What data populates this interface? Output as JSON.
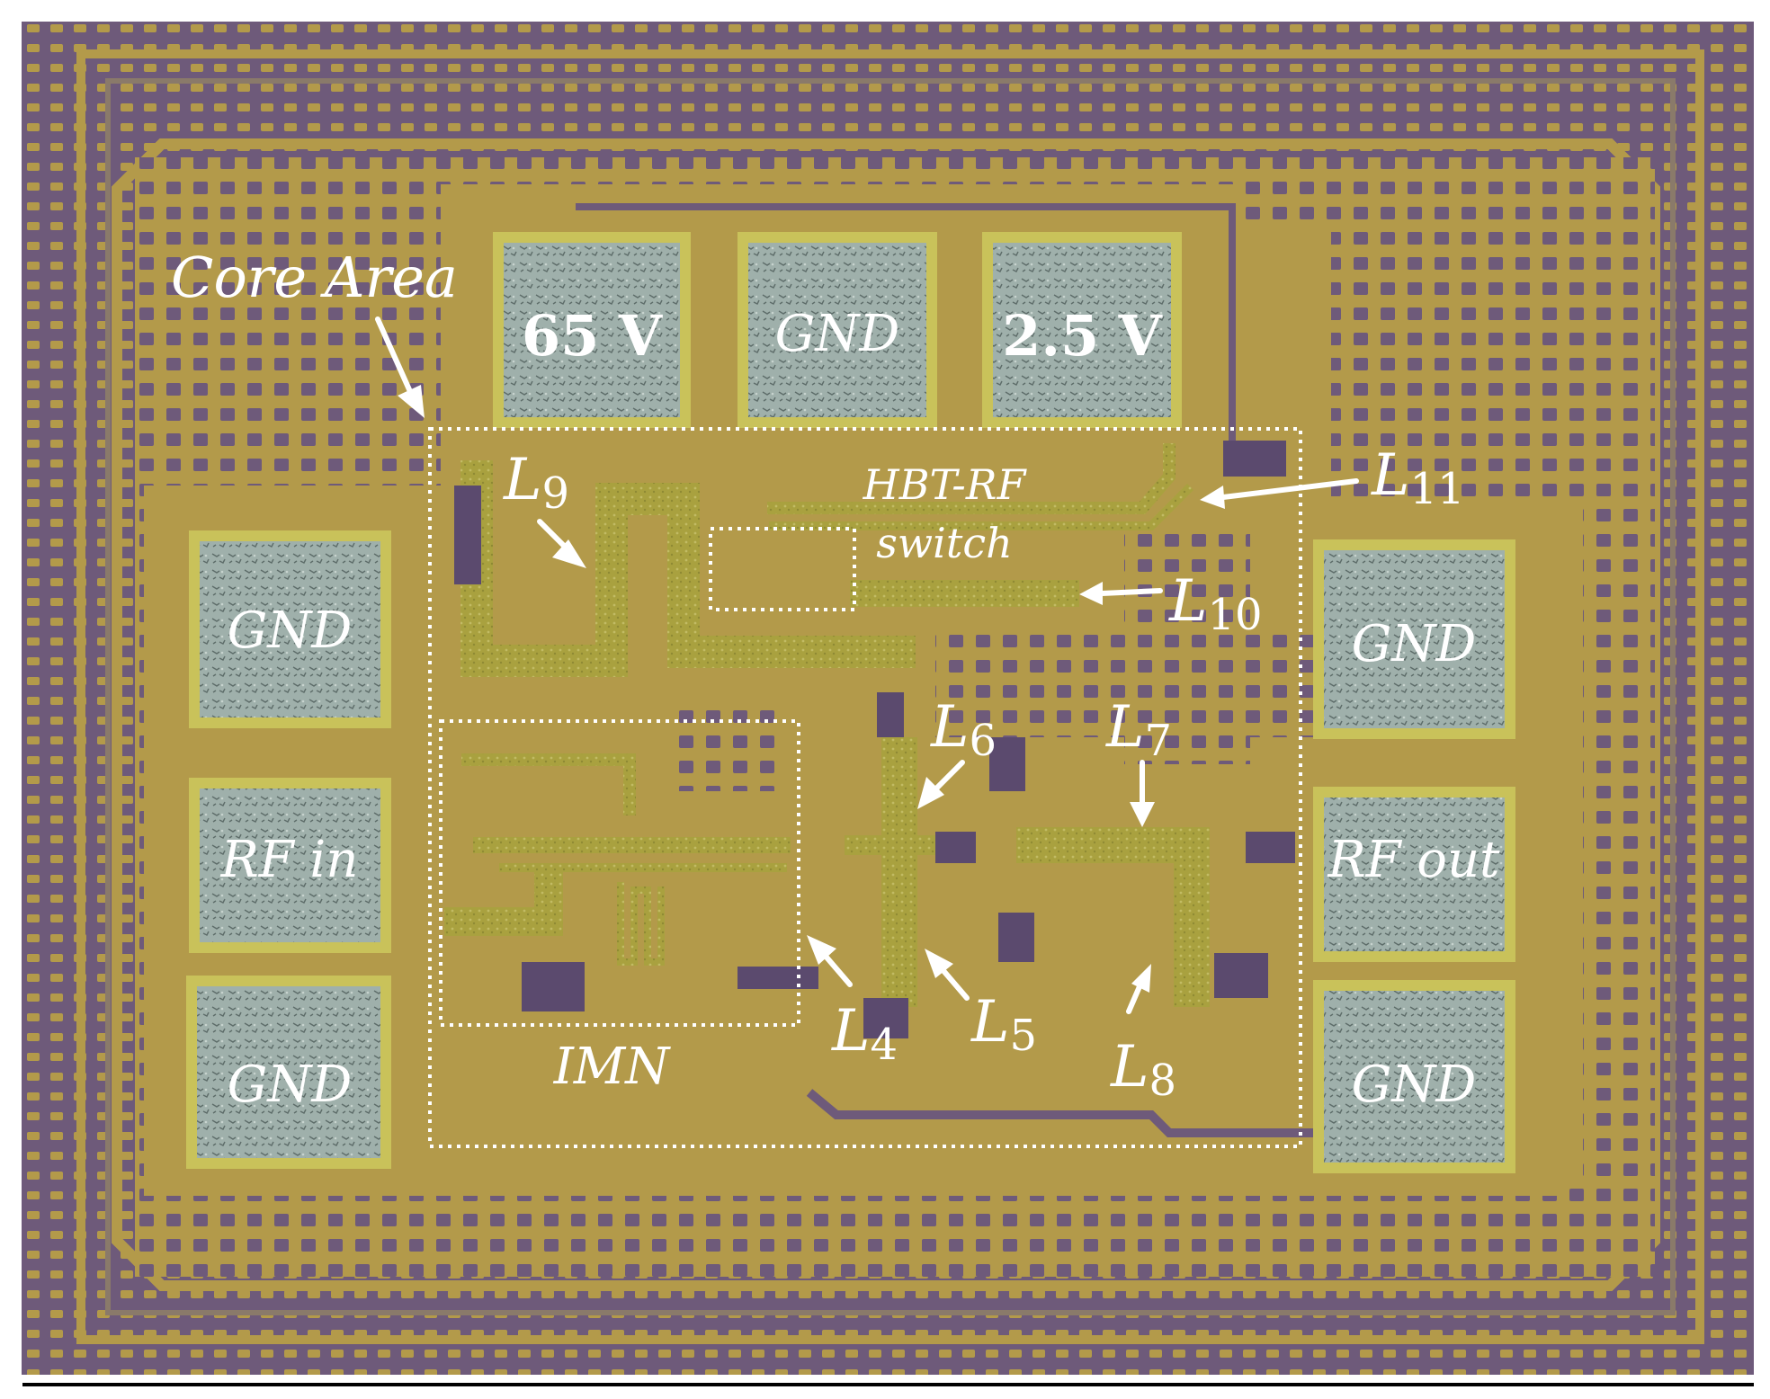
{
  "figure": {
    "labels": {
      "core_area": "Core Area",
      "pad_65v": "65 V",
      "pad_gnd_top": "GND",
      "pad_2_5v": "2.5 V",
      "pad_gnd_left_top": "GND",
      "pad_rf_in": "RF in",
      "pad_gnd_left_bottom": "GND",
      "pad_gnd_right_top": "GND",
      "pad_rf_out": "RF out",
      "pad_gnd_right_bottom": "GND",
      "hbt_rf_line1": "HBT-RF",
      "hbt_rf_line2": "switch",
      "imn": "IMN"
    },
    "inductors": {
      "l9": {
        "main": "L",
        "sub": "9"
      },
      "l11": {
        "main": "L",
        "sub": "11"
      },
      "l10": {
        "main": "L",
        "sub": "10"
      },
      "l6": {
        "main": "L",
        "sub": "6"
      },
      "l7": {
        "main": "L",
        "sub": "7"
      },
      "l4": {
        "main": "L",
        "sub": "4"
      },
      "l5": {
        "main": "L",
        "sub": "5"
      },
      "l8": {
        "main": "L",
        "sub": "8"
      }
    },
    "colors": {
      "substrate": "#b39a4a",
      "ring": "#6e5a7a",
      "pad": "#9fb0ab",
      "pad_rim": "#c9c25a",
      "metal": "#a9a13f",
      "annotation": "#ffffff"
    }
  }
}
